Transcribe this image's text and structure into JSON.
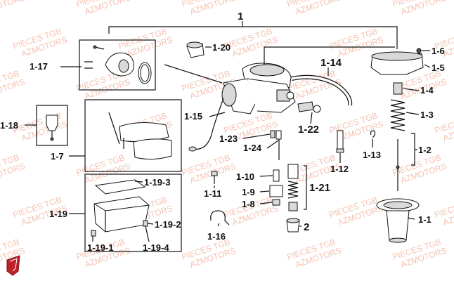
{
  "watermark": {
    "line1": "PIECES TGB",
    "line2": "AZMOTORS",
    "color": "#f3c2b2"
  },
  "logo": {
    "name": "shield-logo",
    "color": "#c0202a"
  },
  "labels": {
    "main": "1",
    "p1_1": "1-1",
    "p1_2": "1-2",
    "p1_3": "1-3",
    "p1_4": "1-4",
    "p1_5": "1-5",
    "p1_6": "1-6",
    "p1_7": "1-7",
    "p1_8": "1-8",
    "p1_9": "1-9",
    "p1_10": "1-10",
    "p1_11": "1-11",
    "p1_12": "1-12",
    "p1_13": "1-13",
    "p1_14": "1-14",
    "p1_15": "1-15",
    "p1_16": "1-16",
    "p1_17": "1-17",
    "p1_18": "1-18",
    "p1_19": "1-19",
    "p1_19_1": "1-19-1",
    "p1_19_2": "1-19-2",
    "p1_19_3": "1-19-3",
    "p1_19_4": "1-19-4",
    "p1_20": "1-20",
    "p1_21": "1-21",
    "p1_22": "1-22",
    "p1_23": "1-23",
    "p1_24": "1-24",
    "p2": "2"
  }
}
